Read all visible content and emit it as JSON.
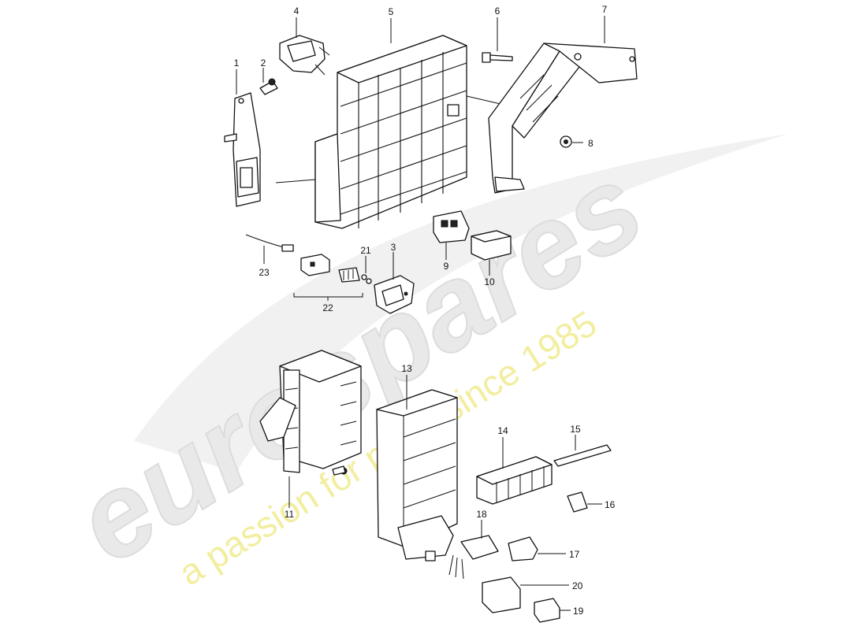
{
  "watermark": {
    "brand": "eurospares",
    "tagline": "a passion for parts since 1985",
    "brand_color": "#e6e6e6",
    "tagline_color": "#f3f0a8"
  },
  "callouts": [
    "1",
    "2",
    "3",
    "4",
    "5",
    "6",
    "7",
    "8",
    "9",
    "10",
    "11",
    "13",
    "14",
    "15",
    "16",
    "17",
    "18",
    "19",
    "20",
    "21",
    "22",
    "23"
  ]
}
